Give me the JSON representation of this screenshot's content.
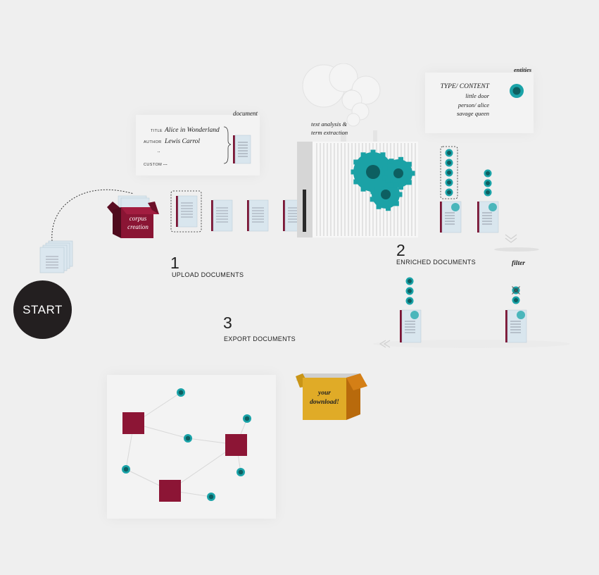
{
  "colors": {
    "background": "#efefef",
    "document_accent": "#7b1535",
    "document_page": "#d9e6ee",
    "entity_teal": "#1aa3a8",
    "entity_dark": "#0d5f61",
    "gear": "#1ba2a6",
    "start_bg": "#231f20",
    "corpus_box": "#8a1534",
    "download_box": "#e0ab27",
    "graph_square": "#8c1535"
  },
  "start": {
    "label": "START"
  },
  "corpus_box": {
    "line1": "corpus",
    "line2": "creation"
  },
  "document_fields": {
    "heading": "document",
    "rows": [
      {
        "key": "TITLE",
        "value": "Alice in Wonderland"
      },
      {
        "key": "AUTHOR",
        "value": "Lewis Carrol"
      },
      {
        "key": "",
        "value": ".."
      },
      {
        "key": "CUSTOM",
        "value": "..."
      }
    ]
  },
  "processing": {
    "line1": "text analysis &",
    "line2": "term extraction"
  },
  "entities": {
    "heading": "entities",
    "type_label": "TYPE/ CONTENT",
    "items": [
      "little door",
      "person/ alice",
      "savage queen"
    ]
  },
  "steps": [
    {
      "number": "1",
      "label": "UPLOAD DOCUMENTS"
    },
    {
      "number": "2",
      "label": "ENRICHED DOCUMENTS"
    },
    {
      "number": "3",
      "label": "EXPORT DOCUMENTS"
    }
  ],
  "filter": {
    "label": "filter"
  },
  "download_box": {
    "line1": "your",
    "line2": "download!"
  },
  "icons": {
    "start": "start-circle",
    "stack": "document-stack-icon",
    "document": "document-icon",
    "gear": "gear-icon",
    "cloud": "steam-cloud-icon",
    "entity": "entity-dot-icon",
    "filter": "funnel-icon",
    "box": "box-icon",
    "graph": "network-graph-icon"
  }
}
